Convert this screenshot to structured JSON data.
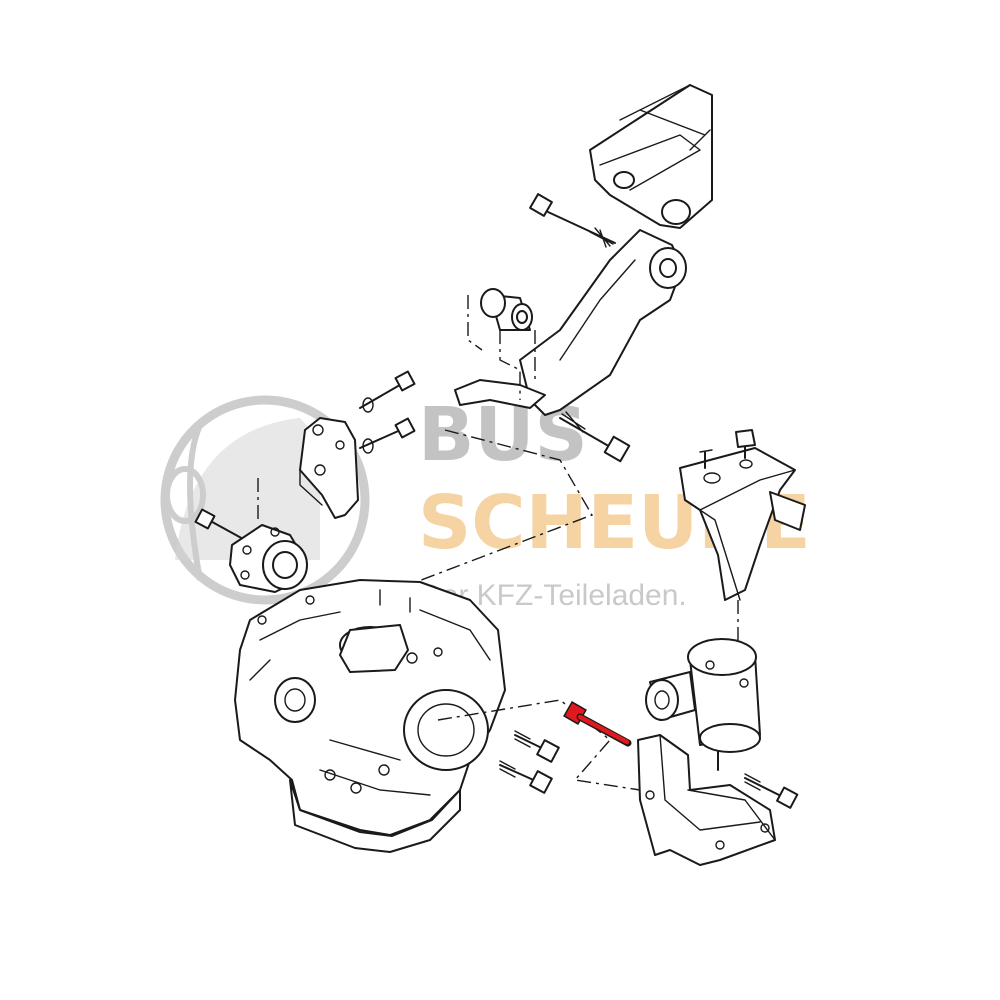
{
  "watermark": {
    "line1": "BUS",
    "line2": "SCHEUNE",
    "tagline": "Der KFZ-Teileladen."
  },
  "colors": {
    "ink": "#1a1a1a",
    "watermark_gray": "#bdbdbd",
    "watermark_orange": "#f6cf99",
    "highlight_bolt": "#e0191f"
  },
  "diagram": {
    "parts": [
      "subframe-crossmember",
      "torque-rod-arm",
      "rubber-bushing",
      "front-bracket",
      "gearbox-mount-flange",
      "transmission-housing",
      "engine-mount-rubber",
      "upper-mount-bracket",
      "lower-mount-bracket",
      "highlighted-bolt"
    ]
  }
}
